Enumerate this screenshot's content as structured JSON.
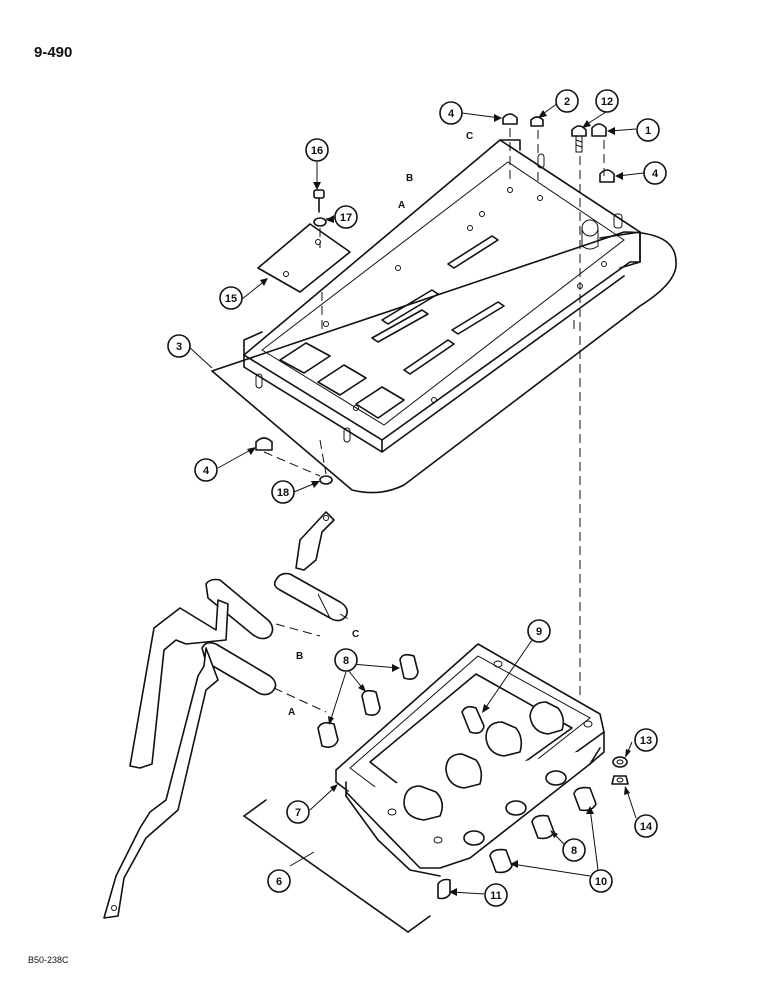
{
  "page": {
    "number": "9-490",
    "figure_id": "B50-238C"
  },
  "callouts": {
    "c1": "1",
    "c2": "2",
    "c3": "3",
    "c4a": "4",
    "c4b": "4",
    "c4c": "4",
    "c6": "6",
    "c7": "7",
    "c8a": "8",
    "c8b": "8",
    "c9": "9",
    "c10": "10",
    "c11": "11",
    "c12": "12",
    "c13": "13",
    "c14": "14",
    "c15": "15",
    "c16": "16",
    "c17": "17",
    "c18": "18"
  },
  "slot_letters": {
    "a_top": "A",
    "b_top": "B",
    "c_top": "C",
    "a_low": "A",
    "b_low": "B",
    "c_low": "C"
  }
}
